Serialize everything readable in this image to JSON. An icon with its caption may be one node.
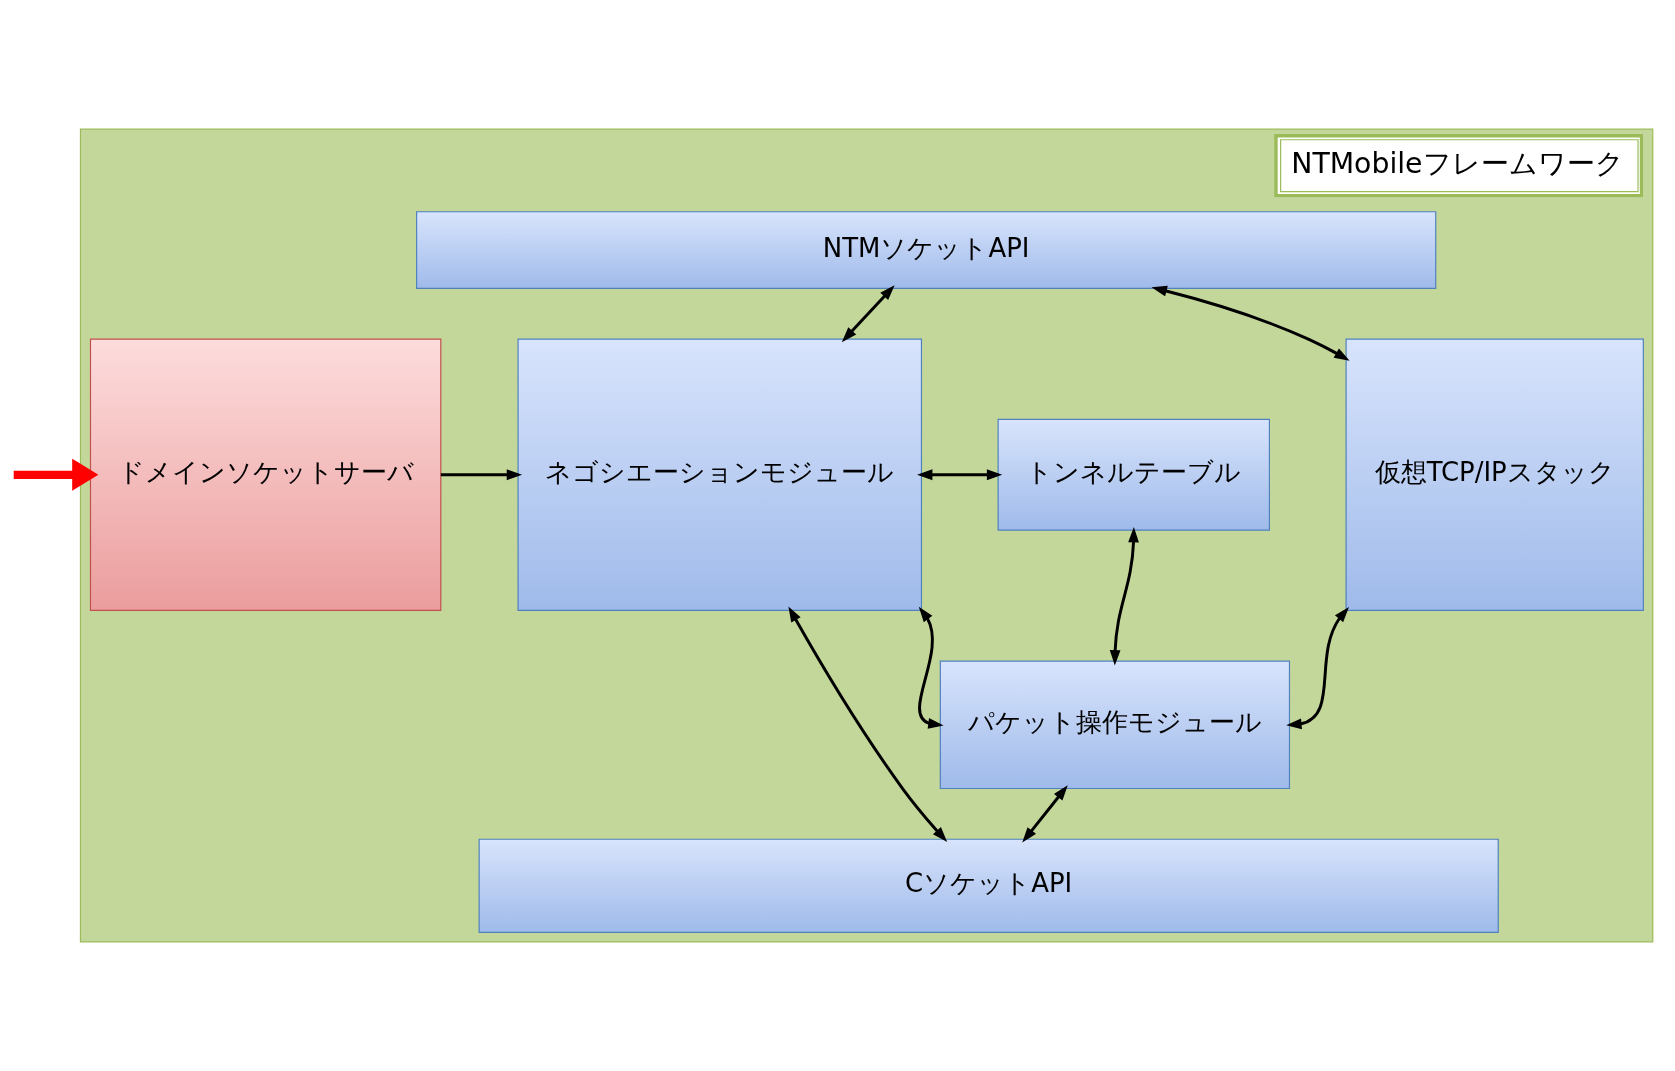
{
  "diagram": {
    "nodes": [
      {
        "text": [
          "NTMobileフレームワーク"
        ]
      },
      {
        "text": [
          "NTMソケットAPI"
        ],
        "in": 0
      },
      {
        "text": [
          "ドメインソケットサーバ"
        ],
        "in": 0
      },
      {
        "text": [
          "ネゴシエーションモジュール"
        ],
        "in": 0
      },
      {
        "text": [
          "トンネルテーブル"
        ],
        "in": 0
      },
      {
        "text": [
          "仮想TCP/IPスタック"
        ],
        "in": 0
      },
      {
        "text": [
          "パケット操作モジュール"
        ],
        "in": 0
      },
      {
        "text": [
          "CソケットAPI"
        ],
        "in": 0
      }
    ],
    "edges": [
      {
        "from": null,
        "to": 2,
        "arrow": "to",
        "style": "thick",
        "color": "#ff0000"
      },
      {
        "from": 1,
        "to": 3,
        "arrow": "both"
      },
      {
        "from": 1,
        "to": 5,
        "arrow": "both"
      },
      {
        "from": 2,
        "to": 3,
        "arrow": "to"
      },
      {
        "from": 3,
        "to": 4,
        "arrow": "both"
      },
      {
        "from": 3,
        "to": 6,
        "arrow": "both"
      },
      {
        "from": 4,
        "to": 6,
        "arrow": "both"
      },
      {
        "from": 6,
        "to": 5,
        "arrow": "both"
      },
      {
        "from": 3,
        "to": 7,
        "arrow": "both"
      },
      {
        "from": 6,
        "to": 7,
        "arrow": "both"
      }
    ]
  }
}
